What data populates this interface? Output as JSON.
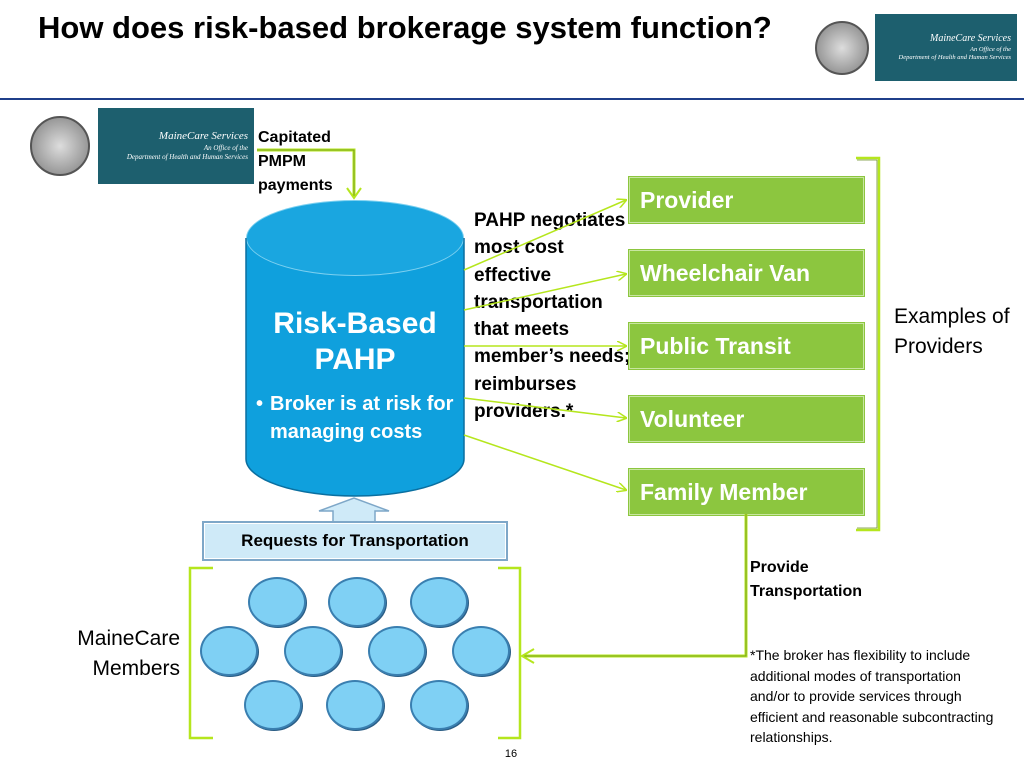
{
  "slide": {
    "title": "How does risk-based brokerage system function?",
    "page_number": "16"
  },
  "logo": {
    "line1": "MaineCare Services",
    "line2": "An Office of the",
    "line3": "Department of Health and Human Services"
  },
  "capitated_label": "Capitated PMPM payments",
  "pahp": {
    "title": "Risk-Based PAHP",
    "bullet": "Broker is at risk for managing costs"
  },
  "pahp_description": "PAHP negotiates most cost effective transportation that meets member’s needs; reimburses providers.*",
  "providers": [
    {
      "label": "Provider"
    },
    {
      "label": "Wheelchair Van"
    },
    {
      "label": "Public Transit"
    },
    {
      "label": "Volunteer"
    },
    {
      "label": "Family Member"
    }
  ],
  "examples_label": "Examples of Providers",
  "requests_label": "Requests for Transportation",
  "members_label": "MaineCare Members",
  "provide_label": "Provide Transportation",
  "footnote": "*The broker has flexibility to include additional modes of transportation and/or to provide services through efficient and reasonable subcontracting relationships.",
  "colors": {
    "provider_box": "#8cc63f",
    "cylinder": "#0fa0dd",
    "requests_box": "#cfeaf8",
    "member_circle": "#7fd0f4",
    "title_rule": "#1f3f8a",
    "arrow": "#b5e61d"
  }
}
